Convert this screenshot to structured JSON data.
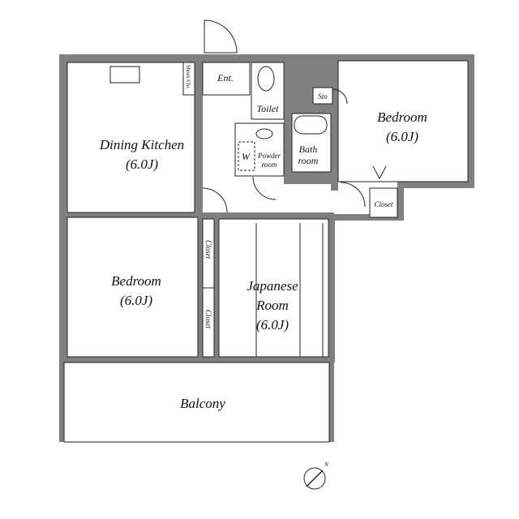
{
  "rooms": {
    "dining_kitchen": {
      "name": "Dining Kitchen",
      "size": "(6.0J)"
    },
    "bedroom_right": {
      "name": "Bedroom",
      "size": "(6.0J)"
    },
    "bedroom_left": {
      "name": "Bedroom",
      "size": "(6.0J)"
    },
    "japanese_room": {
      "name1": "Japanese",
      "name2": "Room",
      "size": "(6.0J)"
    },
    "entrance": "Ent.",
    "shoes_closet": "Shoes Clo.",
    "toilet": "Toilet",
    "storage": "Sto",
    "powder_room": {
      "l1": "Powder",
      "l2": "room"
    },
    "washer": "W",
    "bathroom": {
      "l1": "Bath",
      "l2": "room"
    },
    "closet_right": "Closet",
    "closet_mid": "Closet",
    "closet_low": "Closet",
    "balcony": "Balcony"
  },
  "compass": "N",
  "colors": {
    "wall": "#808080",
    "line": "#222222"
  }
}
